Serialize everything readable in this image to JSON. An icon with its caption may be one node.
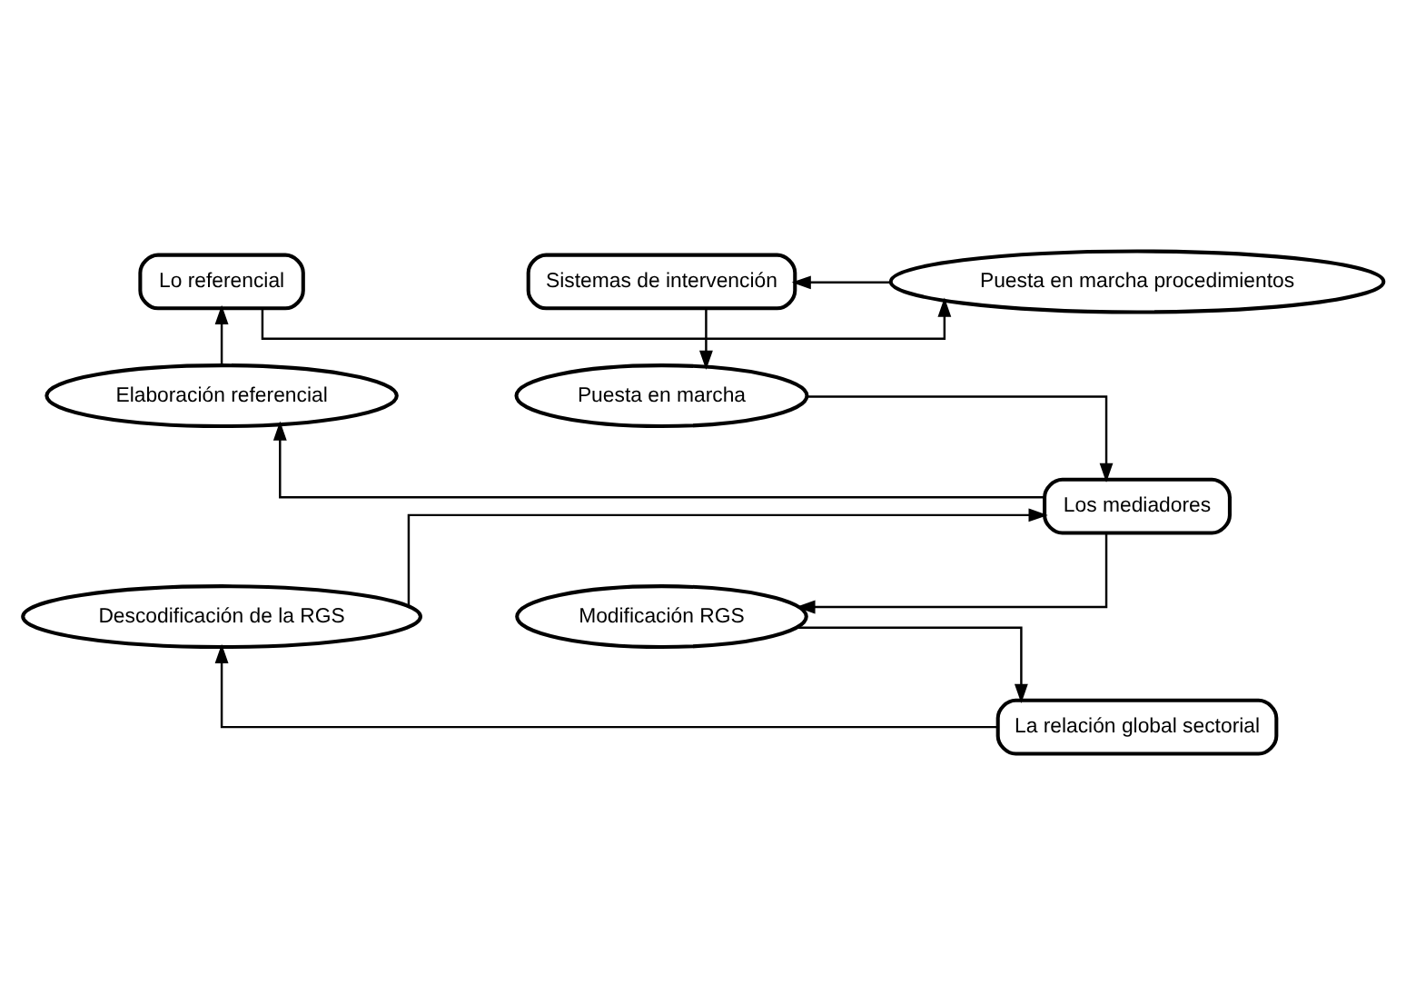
{
  "diagram": {
    "nodes": [
      {
        "text": [
          "Lo referencial"
        ]
      },
      {
        "text": [
          "Puesta en marcha procedimientos"
        ]
      },
      {
        "text": [
          "Sistemas de intervención"
        ]
      },
      {
        "text": [
          "Elaboración referencial"
        ]
      },
      {
        "text": [
          "Puesta en marcha"
        ]
      },
      {
        "text": [
          "Los mediadores"
        ]
      },
      {
        "text": [
          "Descodificación de la RGS"
        ]
      },
      {
        "text": [
          "Modificación RGS"
        ]
      },
      {
        "text": [
          "La relación global sectorial"
        ]
      }
    ],
    "edges": [
      {
        "from": 0,
        "to": 1,
        "arrow": "to"
      },
      {
        "from": 1,
        "to": 2,
        "arrow": "to"
      },
      {
        "from": 2,
        "to": 4,
        "arrow": "to"
      },
      {
        "from": 4,
        "to": 5,
        "arrow": "to"
      },
      {
        "from": 5,
        "to": 7,
        "arrow": "to"
      },
      {
        "from": 7,
        "to": 8,
        "arrow": "to"
      },
      {
        "from": 8,
        "to": 6,
        "arrow": "to"
      },
      {
        "from": 6,
        "to": 5,
        "arrow": "to"
      },
      {
        "from": 5,
        "to": 3,
        "arrow": "to"
      },
      {
        "from": 3,
        "to": 0,
        "arrow": "to"
      }
    ]
  }
}
